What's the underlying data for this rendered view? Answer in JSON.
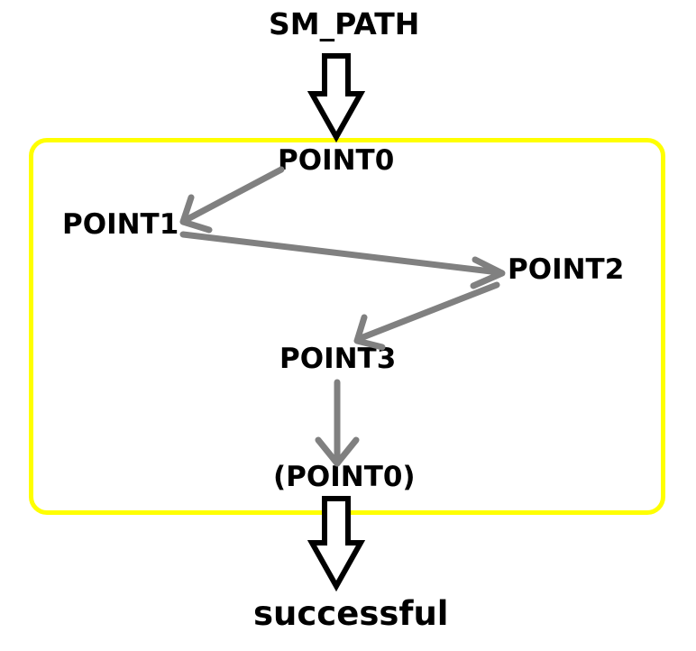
{
  "diagram": {
    "title": "SM_PATH",
    "entry_arrow": "block-arrow-down",
    "exit_arrow": "block-arrow-down",
    "outcome": "successful",
    "box_color": "#ffff00",
    "arrow_color": "#808080",
    "text_color": "#000000",
    "background": "#ffffff",
    "nodes": [
      {
        "id": "point0",
        "label": "POINT0"
      },
      {
        "id": "point1",
        "label": "POINT1"
      },
      {
        "id": "point2",
        "label": "POINT2"
      },
      {
        "id": "point3",
        "label": "POINT3"
      },
      {
        "id": "point0_return",
        "label": "(POINT0)"
      }
    ],
    "edges": [
      {
        "from": "point0",
        "to": "point1"
      },
      {
        "from": "point1",
        "to": "point2"
      },
      {
        "from": "point2",
        "to": "point3"
      },
      {
        "from": "point3",
        "to": "point0_return"
      }
    ]
  }
}
